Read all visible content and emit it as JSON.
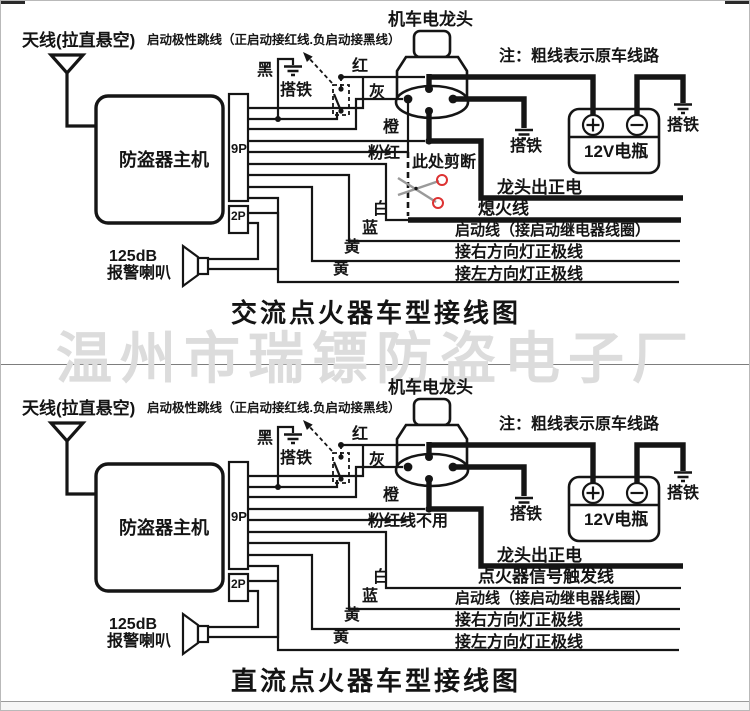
{
  "watermark": "温州市瑞镖防盗电子厂",
  "diagrams": {
    "ac": {
      "title": "交流点火器车型接线图",
      "antenna": "天线(拉直悬空)",
      "jumper_note": "启动极性跳线（正启动接红线.负启动接黑线）",
      "host": "防盗器主机",
      "connector_9p": "9P",
      "connector_2p": "2P",
      "speaker_db": "125dB",
      "speaker_name": "报警喇叭",
      "wire_black": "黑",
      "ground_jumper": "搭铁",
      "wire_red": "红",
      "wire_gray": "灰",
      "ignition": "机车电龙头",
      "note": "注：粗线表示原车线路",
      "wire_orange": "橙",
      "ground_ignition": "搭铁",
      "wire_pink": "粉红",
      "cut_here": "此处剪断",
      "battery": "12V电瓶",
      "ground_battery": "搭铁",
      "faucet_power": "龙头出正电",
      "wire_white": "白",
      "kill_line": "熄火线",
      "wire_blue": "蓝",
      "start_line": "启动线（接启动继电器线圈）",
      "wire_yellow_right": "黄",
      "right_turn": "接右方向灯正极线",
      "wire_yellow_left": "黄",
      "left_turn": "接左方向灯正极线"
    },
    "dc": {
      "title": "直流点火器车型接线图",
      "antenna": "天线(拉直悬空)",
      "jumper_note": "启动极性跳线（正启动接红线.负启动接黑线）",
      "host": "防盗器主机",
      "connector_9p": "9P",
      "connector_2p": "2P",
      "speaker_db": "125dB",
      "speaker_name": "报警喇叭",
      "wire_black": "黑",
      "ground_jumper": "搭铁",
      "wire_red": "红",
      "wire_gray": "灰",
      "ignition": "机车电龙头",
      "note": "注：粗线表示原车线路",
      "wire_orange": "橙",
      "ground_ignition": "搭铁",
      "wire_pink": "粉红线不用",
      "battery": "12V电瓶",
      "ground_battery": "搭铁",
      "faucet_power": "龙头出正电",
      "wire_white": "白",
      "kill_line": "点火器信号触发线",
      "wire_blue": "蓝",
      "start_line": "启动线（接启动继电器线圈）",
      "wire_yellow_right": "黄",
      "right_turn": "接右方向灯正极线",
      "wire_yellow_left": "黄",
      "left_turn": "接左方向灯正极线"
    }
  }
}
